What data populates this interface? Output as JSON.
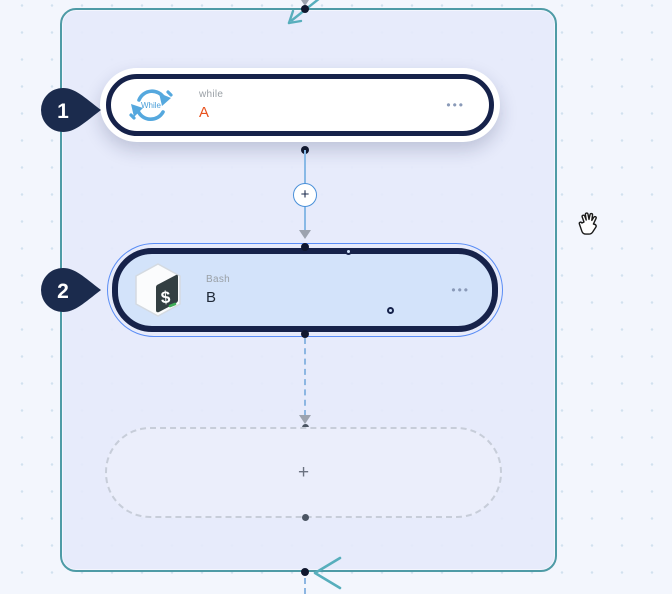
{
  "colors": {
    "container_border_teal": "#4e9ba6",
    "node_border_navy": "#16224a",
    "selection_blue": "#5a8df5",
    "while_icon_blue": "#55a8de",
    "node_a_name_orange": "#e8511d",
    "node_b_fill": "#d3e3fa",
    "teal_arrow": "#57aebc",
    "bash_icon_dark": "#333f42",
    "bash_icon_green": "#3fae57"
  },
  "flow": {
    "nodes": [
      {
        "badge": "1",
        "type": "while",
        "name": "A",
        "menu": "•••"
      },
      {
        "badge": "2",
        "type": "Bash",
        "name": "B",
        "menu": "•••"
      }
    ],
    "while_icon_label": "While",
    "bash_icon_glyph": "$",
    "insert_button": "+",
    "placeholder_plus": "+"
  }
}
